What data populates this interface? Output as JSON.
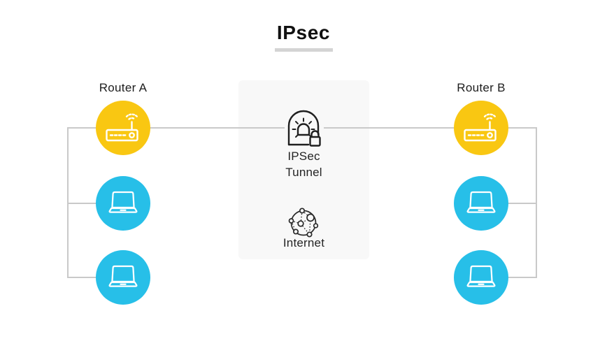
{
  "title": "IPsec",
  "left_group": {
    "label": "Router A",
    "nodes": [
      {
        "type": "router",
        "icon": "wireless-router-icon"
      },
      {
        "type": "laptop",
        "icon": "laptop-icon"
      },
      {
        "type": "laptop",
        "icon": "laptop-icon"
      }
    ]
  },
  "right_group": {
    "label": "Router B",
    "nodes": [
      {
        "type": "router",
        "icon": "wireless-router-icon"
      },
      {
        "type": "laptop",
        "icon": "laptop-icon"
      },
      {
        "type": "laptop",
        "icon": "laptop-icon"
      }
    ]
  },
  "center_panel": {
    "tunnel": {
      "icon": "tunnel-lock-icon",
      "label_line1": "IPSec",
      "label_line2": "Tunnel"
    },
    "internet": {
      "icon": "internet-globe-icon",
      "label": "Internet"
    }
  },
  "colors": {
    "router_yellow": "#F9C712",
    "device_cyan": "#27BFE8",
    "line_gray": "#C9C9C9",
    "panel_bg": "#F8F8F8",
    "underline_gray": "#D4D4D4",
    "icon_stroke": "#1F1F1F",
    "text_dark": "#1C1C1C"
  }
}
